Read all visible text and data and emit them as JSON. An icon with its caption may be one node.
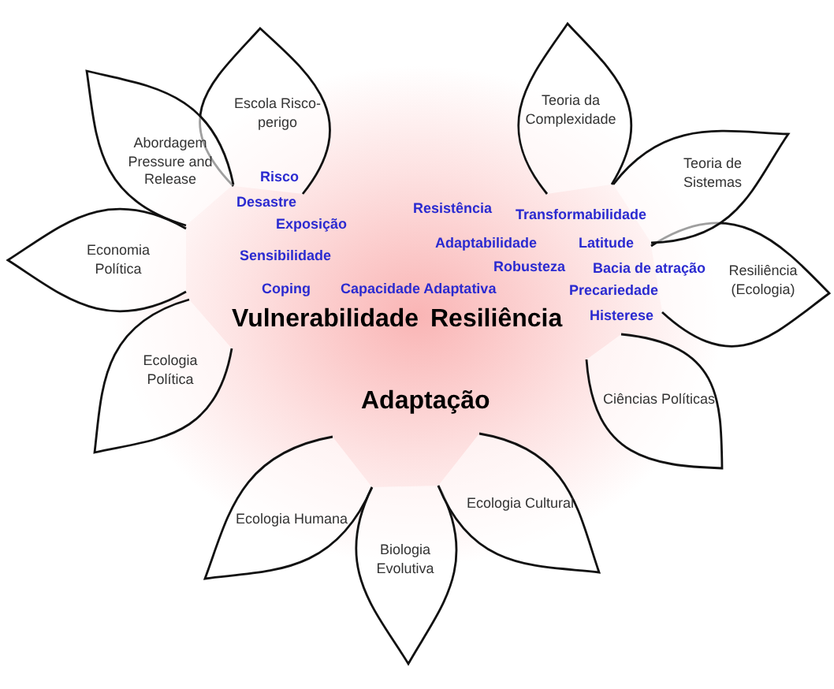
{
  "diagram": {
    "nodes": [
      {
        "text": [
          "Escola Risco-perigo"
        ]
      },
      {
        "text": [
          "Abordagem Pressure and Release"
        ]
      },
      {
        "text": [
          "Economia Política"
        ]
      },
      {
        "text": [
          "Ecologia Política"
        ]
      },
      {
        "text": [
          "Ecologia Humana"
        ]
      },
      {
        "text": [
          "Biologia Evolutiva"
        ]
      },
      {
        "text": [
          "Ecologia Cultural"
        ]
      },
      {
        "text": [
          "Ciências Políticas"
        ]
      },
      {
        "text": [
          "Resiliência (Ecologia)"
        ]
      },
      {
        "text": [
          "Teoria de Sistemas"
        ]
      },
      {
        "text": [
          "Teoria da Complexidade"
        ]
      }
    ],
    "labels": [
      "Risco",
      "Desastre",
      "Exposição",
      "Resistência",
      "Transformabilidade",
      "Sensibilidade",
      "Adaptabilidade",
      "Latitude",
      "Robusteza",
      "Bacia de atração",
      "Coping",
      "Capacidade Adaptativa",
      "Precariedade",
      "Vulnerabilidade",
      "Resiliência",
      "Histerese",
      "Adaptação"
    ]
  }
}
